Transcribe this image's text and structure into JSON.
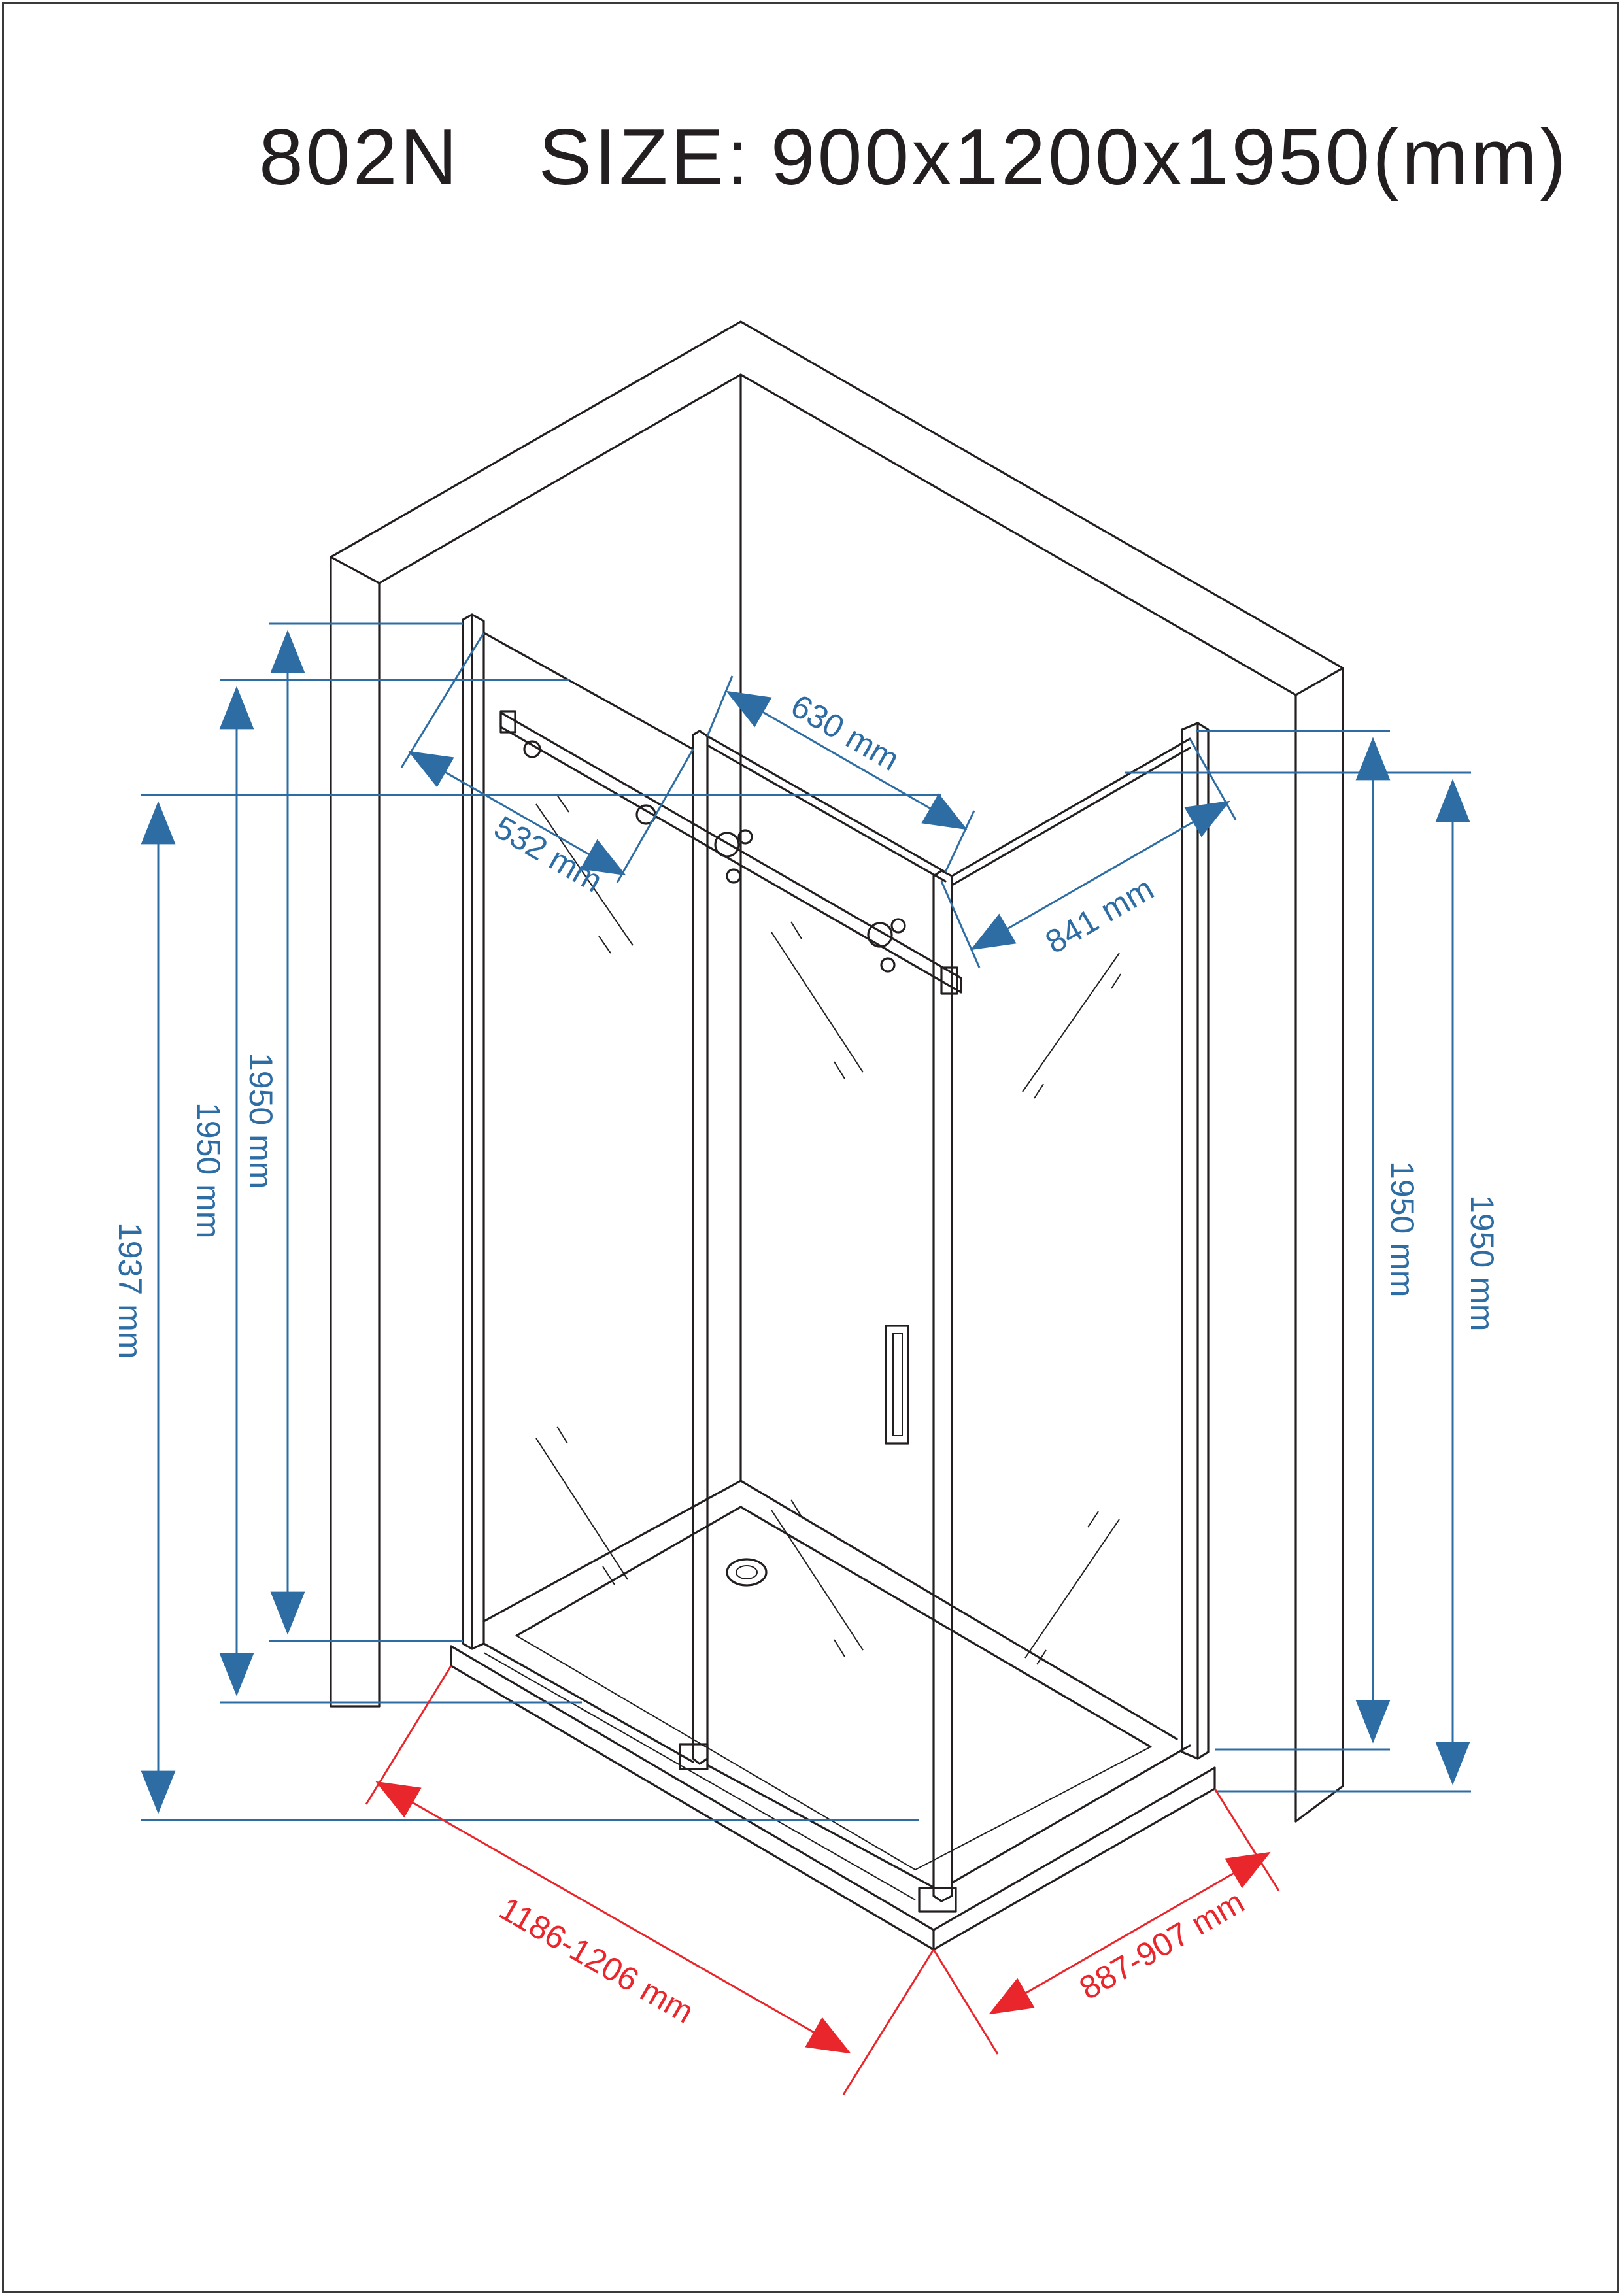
{
  "title": {
    "model": "802N",
    "size_label": "SIZE:",
    "size_value": "900x1200x1950(mm)"
  },
  "dimensions": {
    "left_outer_height": "1937 mm",
    "left_mid_height": "1950 mm",
    "left_inner_height": "1950 mm",
    "right_inner_height": "1950 mm",
    "right_outer_height": "1950 mm",
    "top_door_width": "630 mm",
    "left_fixed_width": "532 mm",
    "side_panel_width": "841 mm",
    "front_length": "1186-1206 mm",
    "side_length": "887-907 mm"
  },
  "colors": {
    "line": "#231f20",
    "dimension_blue": "#2e6da4",
    "dimension_red": "#e8262b"
  }
}
